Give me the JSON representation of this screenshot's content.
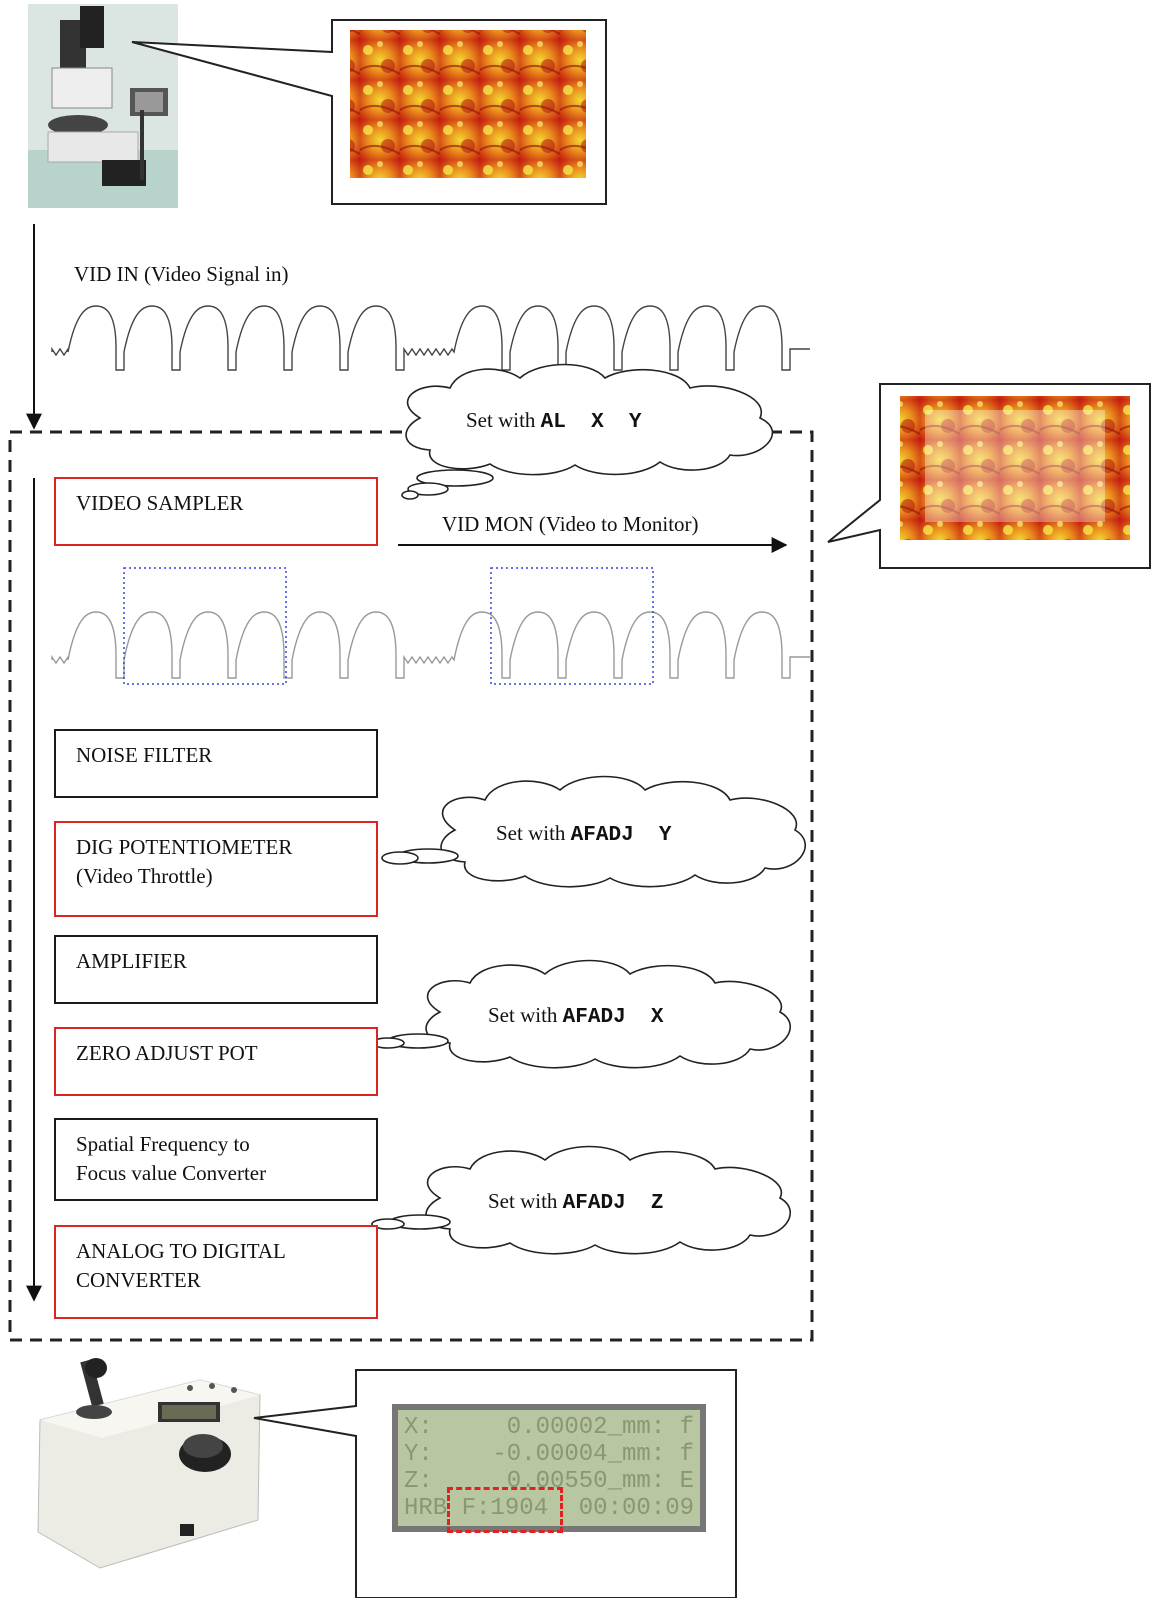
{
  "vid_in_label": "VID IN (Video Signal in)",
  "vid_mon_label": "VID MON (Video to Monitor)",
  "blocks": [
    {
      "id": "video-sampler",
      "line1": "VIDEO SAMPLER",
      "line2": "",
      "border": "red"
    },
    {
      "id": "noise-filter",
      "line1": "NOISE FILTER",
      "line2": "",
      "border": "black"
    },
    {
      "id": "dig-potentiometer",
      "line1": "DIG POTENTIOMETER",
      "line2": "(Video Throttle)",
      "border": "red"
    },
    {
      "id": "amplifier",
      "line1": "AMPLIFIER",
      "line2": "",
      "border": "black"
    },
    {
      "id": "zero-adjust-pot",
      "line1": "ZERO ADJUST POT",
      "line2": "",
      "border": "red"
    },
    {
      "id": "spatial-frequency",
      "line1": "Spatial Frequency to",
      "line2": "Focus value Converter",
      "border": "black"
    },
    {
      "id": "analog-to-digital",
      "line1": "ANALOG TO DIGITAL",
      "line2": "CONVERTER",
      "border": "red"
    }
  ],
  "clouds": [
    {
      "prefix": "Set with ",
      "cmd": "AL  X  Y"
    },
    {
      "prefix": "Set with ",
      "cmd": "AFADJ  Y"
    },
    {
      "prefix": "Set with ",
      "cmd": "AFADJ  X"
    },
    {
      "prefix": "Set with ",
      "cmd": "AFADJ  Z"
    }
  ],
  "lcd": {
    "rows": [
      {
        "left": "X:",
        "right": "0.00002_mm: f"
      },
      {
        "left": "Y:",
        "right": "-0.00004_mm: f"
      },
      {
        "left": "Z:",
        "right": "0.00550_mm: E"
      },
      {
        "left": "HRB F:1904",
        "right": "00:00:09"
      }
    ]
  },
  "colors": {
    "red_border": "#dd2222",
    "black_border": "#1a1a1a",
    "window_box": "#3344dd",
    "lcd_bg": "#b9c6a2"
  },
  "icons": {
    "microscope": "microscope-photo",
    "tissue_image": "tissue-micrograph",
    "controller": "joystick-controller-photo"
  }
}
